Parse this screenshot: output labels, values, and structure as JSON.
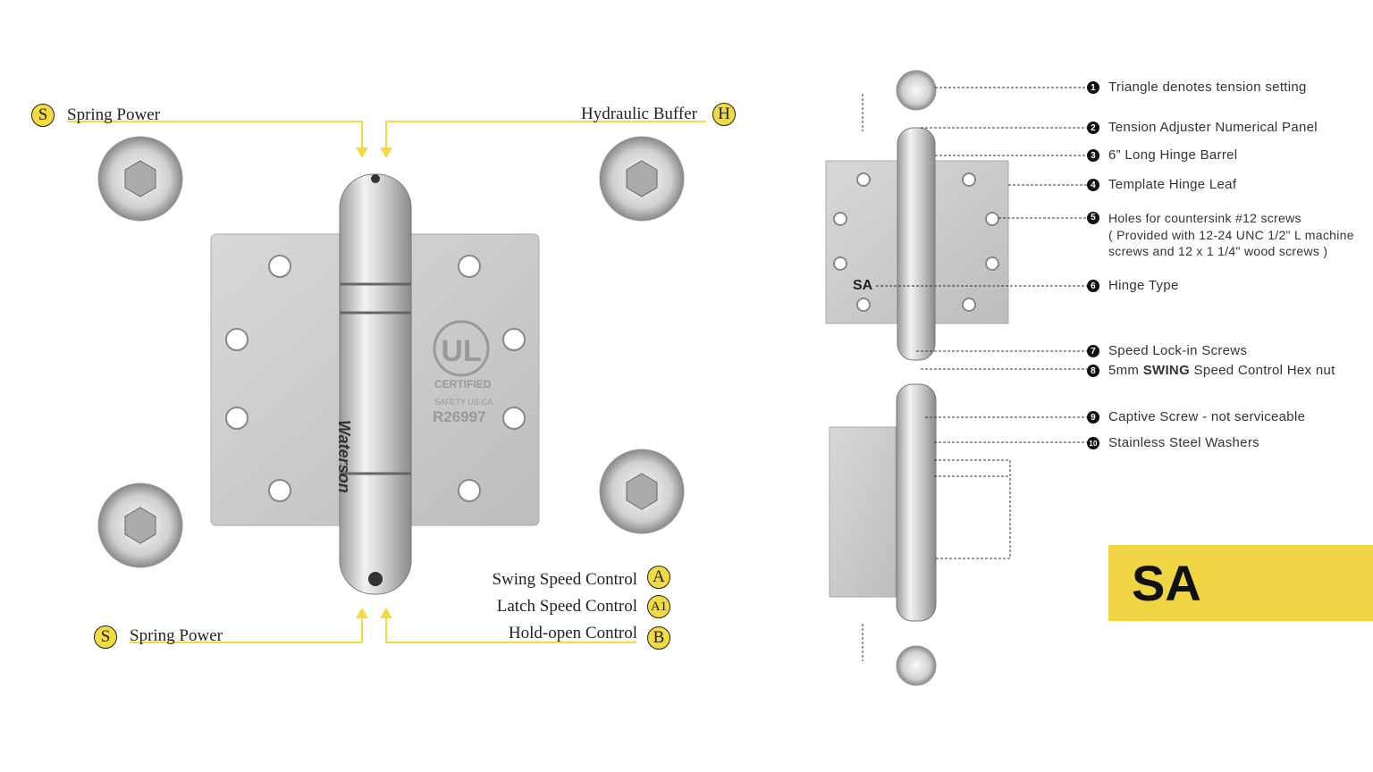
{
  "left_diagram": {
    "top_left": {
      "badge": "S",
      "label": "Spring Power"
    },
    "top_right": {
      "badge": "H",
      "label": "Hydraulic Buffer"
    },
    "bottom_left": {
      "badge": "S",
      "label": "Spring Power"
    },
    "bottom_right": [
      {
        "badge": "A",
        "label": "Swing Speed Control"
      },
      {
        "badge": "A1",
        "label": "Latch Speed Control"
      },
      {
        "badge": "B",
        "label": "Hold-open Control"
      }
    ],
    "hinge_brand": "Waterson",
    "certification": {
      "mark": "UL",
      "text": "CERTIFIED",
      "safety": "SAFETY US-CA",
      "code": "R26997"
    },
    "accent_color": "#f1db3e"
  },
  "right_diagram": {
    "hinge_type_label": "SA",
    "callouts": [
      {
        "n": "1",
        "text": "Triangle denotes tension setting"
      },
      {
        "n": "2",
        "text": "Tension Adjuster Numerical Panel"
      },
      {
        "n": "3",
        "text": "6” Long Hinge Barrel"
      },
      {
        "n": "4",
        "text": "Template Hinge Leaf"
      },
      {
        "n": "5",
        "text": "Holes for countersink #12 screws",
        "text2": "( Provided with 12-24 UNC 1/2\" L machine",
        "text3": "screws and 12 x 1 1/4\" wood screws )"
      },
      {
        "n": "6",
        "text": "Hinge Type"
      },
      {
        "n": "7",
        "text": "Speed Lock-in Screws"
      },
      {
        "n": "8",
        "text_pre": "5mm ",
        "text_bold": "SWING",
        "text_post": " Speed Control Hex nut"
      },
      {
        "n": "9",
        "text": "Captive Screw - not serviceable"
      },
      {
        "n": "10",
        "text": "Stainless Steel Washers"
      }
    ]
  },
  "badge": {
    "label": "SA",
    "color": "#efd544"
  }
}
